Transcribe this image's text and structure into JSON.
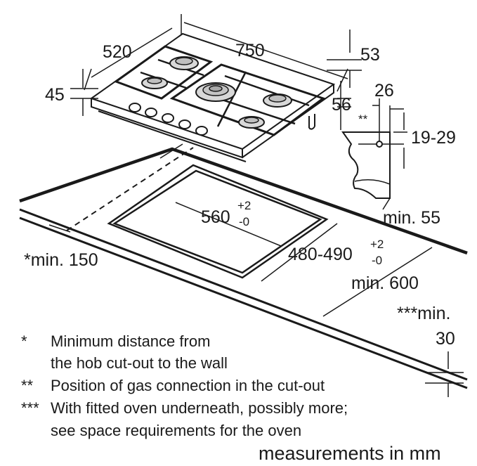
{
  "dimensions": {
    "width_750": "750",
    "depth_520": "520",
    "height_45": "45",
    "top_53": "53",
    "side_56": "56",
    "conn_26": "26",
    "conn_double_star": "**",
    "conn_19_29": "19-29",
    "min_55": "min. 55",
    "cutout_560": "560",
    "cutout_560_tol_plus": "+2",
    "cutout_560_tol_minus": "-0",
    "cutout_480": "480-490",
    "cutout_480_tol_plus": "+2",
    "cutout_480_tol_minus": "-0",
    "min_600": "min. 600",
    "min_150": "*min. 150",
    "min_30_label": "***min.",
    "min_30_value": "30"
  },
  "notes": [
    {
      "marker": "*",
      "lines": [
        "Minimum distance from",
        "the hob cut-out to the wall"
      ]
    },
    {
      "marker": "**",
      "lines": [
        "Position of gas connection in the cut-out"
      ]
    },
    {
      "marker": "***",
      "lines": [
        "With fitted oven underneath, possibly more;",
        "see space requirements for the oven"
      ]
    }
  ],
  "footer": "measurements in mm"
}
